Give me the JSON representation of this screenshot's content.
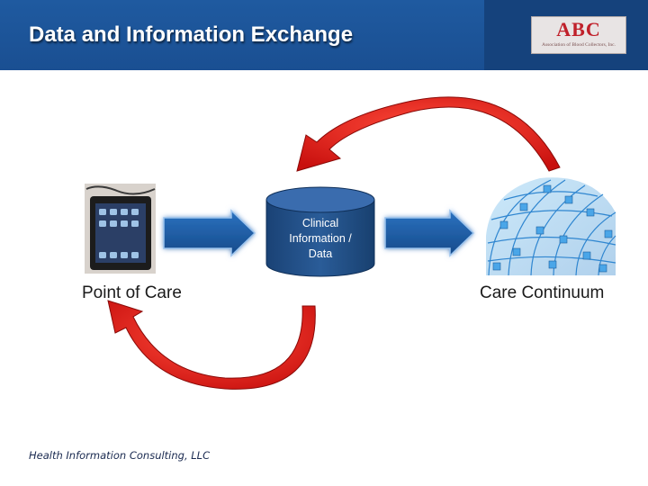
{
  "slide": {
    "title": "Data and Information Exchange",
    "footer": "Health Information Consulting, LLC"
  },
  "logo": {
    "mark": "ABC",
    "subtitle": "Association of Blood Collectors, Inc."
  },
  "diagram": {
    "center_label": [
      "Clinical",
      "Information /",
      "Data"
    ],
    "left_label": "Point of Care",
    "right_label": "Care Continuum",
    "left_image": "tablet-device-photo",
    "right_image": "network-globe-graphic"
  },
  "colors": {
    "header": "#1f5aa0",
    "arrow_blue": "#1f5fa8",
    "arrow_red": "#e0211f",
    "cylinder": "#1f4e87"
  }
}
